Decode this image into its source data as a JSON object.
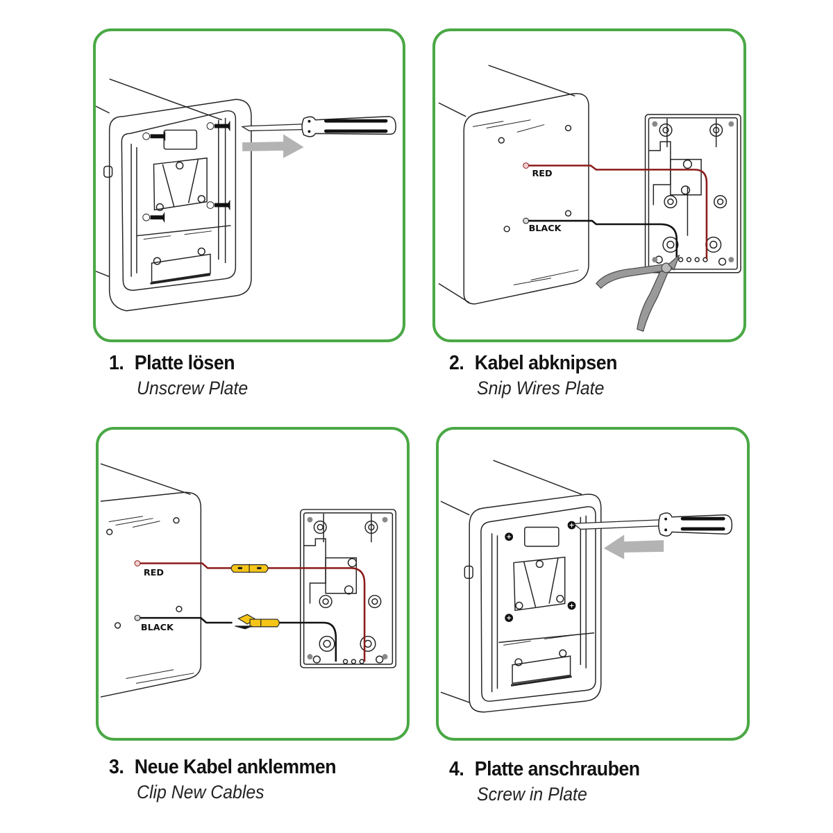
{
  "colors": {
    "frame_green": "#4aa845",
    "wire_red": "#8b1a1a",
    "wire_black": "#111111",
    "connector_yellow": "#f5c518",
    "arrow_gray": "#b0b0b0",
    "pliers_gray": "#9a9a9a"
  },
  "steps": [
    {
      "number": "1.",
      "title": "Platte lösen",
      "subtitle": "Unscrew Plate",
      "illustration": "unscrew-plate"
    },
    {
      "number": "2.",
      "title": "Kabel abknipsen",
      "subtitle": "Snip Wires Plate",
      "illustration": "snip-wires",
      "wire_labels": [
        "RED",
        "BLACK"
      ]
    },
    {
      "number": "3.",
      "title": "Neue Kabel anklemmen",
      "subtitle": "Clip New Cables",
      "illustration": "clip-cables",
      "wire_labels": [
        "RED",
        "BLACK"
      ]
    },
    {
      "number": "4.",
      "title": "Platte anschrauben",
      "subtitle": "Screw in Plate",
      "illustration": "screw-plate"
    }
  ],
  "icons": {
    "tool_1": "screwdriver-icon",
    "tool_2": "pliers-icon",
    "connector": "wire-connector-icon",
    "arrow_out": "arrow-right-icon",
    "arrow_in": "arrow-left-icon"
  }
}
